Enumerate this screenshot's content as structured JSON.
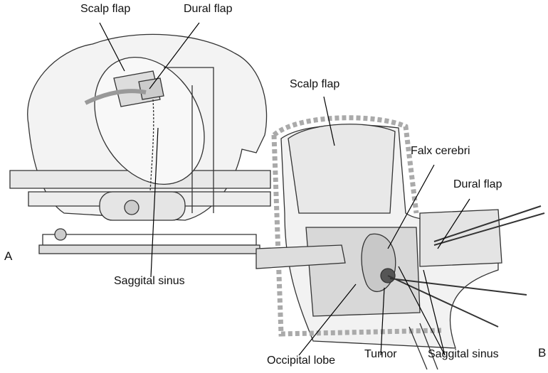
{
  "panel_a": {
    "letter": "A",
    "labels": {
      "scalp_flap": "Scalp flap",
      "dural_flap": "Dural flap",
      "saggital_sinus": "Saggital sinus"
    }
  },
  "panel_b": {
    "letter": "B",
    "labels": {
      "scalp_flap": "Scalp flap",
      "falx_cerebri": "Falx cerebri",
      "dural_flap": "Dural flap",
      "occipital_lobe": "Occipital lobe",
      "tumor": "Tumor",
      "saggital_sinus": "Saggital sinus"
    }
  }
}
